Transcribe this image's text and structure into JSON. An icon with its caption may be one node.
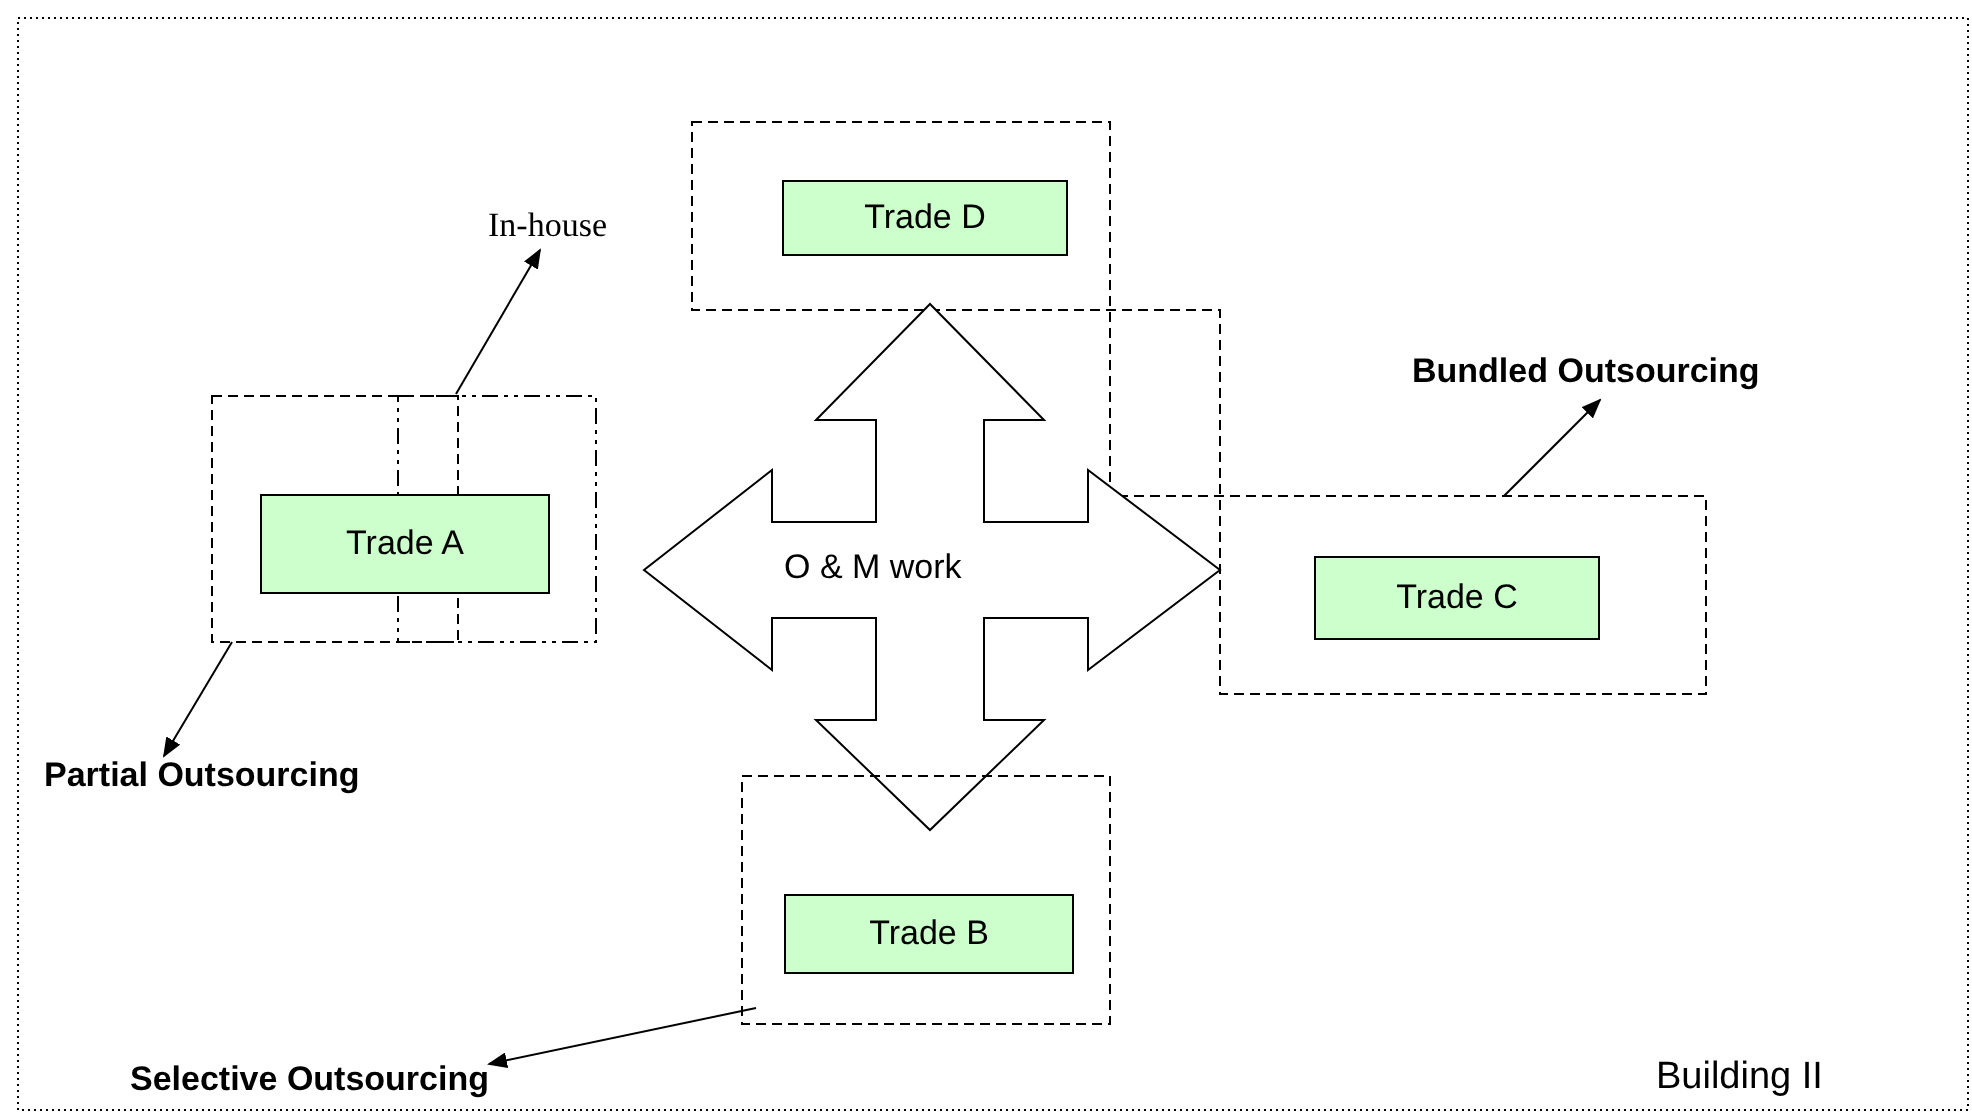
{
  "diagram": {
    "nodes": [
      {
        "text": [
          "In-house"
        ]
      },
      {
        "text": [
          "Bundled Outsourcing"
        ]
      },
      {
        "text": [],
        "shape": "box"
      },
      {
        "text": [
          "Trade D"
        ],
        "in": 2
      },
      {
        "text": [],
        "shape": "box"
      },
      {
        "text": [],
        "shape": "box"
      },
      {
        "text": [
          "Trade A"
        ]
      },
      {
        "text": [
          "O & M work"
        ]
      },
      {
        "text": [
          "Trade C"
        ],
        "in": 2
      },
      {
        "text": [
          "Partial Outsourcing"
        ]
      },
      {
        "text": [],
        "shape": "box"
      },
      {
        "text": [
          "Trade B"
        ],
        "in": 10
      },
      {
        "text": [
          "Selective Outsourcing"
        ]
      }
    ],
    "edges": [
      {
        "from": 5,
        "to": 0,
        "arrow": "to"
      },
      {
        "from": 2,
        "to": 1,
        "arrow": "to"
      },
      {
        "from": 4,
        "to": 9,
        "arrow": "to"
      },
      {
        "from": 10,
        "to": 12,
        "arrow": "to"
      }
    ],
    "labels": [
      "Building II"
    ]
  }
}
